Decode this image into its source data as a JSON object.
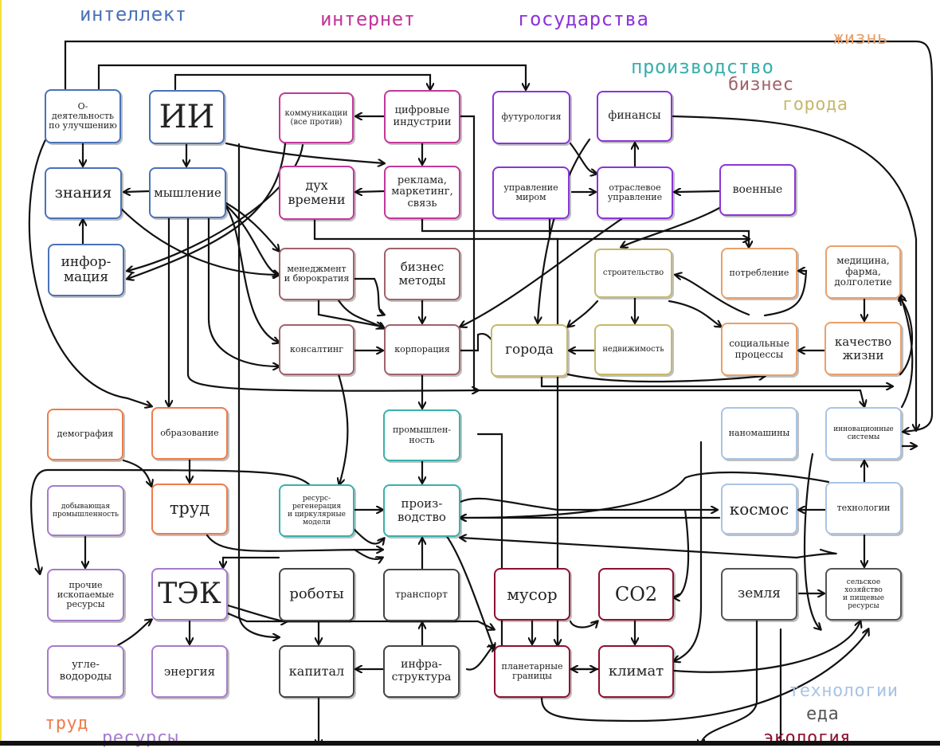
{
  "colors": {
    "intellect": "#4a72b8",
    "internet": "#c2379a",
    "gov": "#8b35d6",
    "life": "#e9a06a",
    "production": "#39b0ad",
    "business": "#a0626a",
    "cities": "#c8b86a",
    "labor": "#ee7c4a",
    "resources": "#a57ccc",
    "tech": "#a9c4e4",
    "food": "#555555",
    "ecology": "#8d1030",
    "neutral": "#444444"
  },
  "category_labels": [
    {
      "id": "intellect",
      "text": "интеллект"
    },
    {
      "id": "internet",
      "text": "интернет"
    },
    {
      "id": "gov",
      "text": "государства"
    },
    {
      "id": "life",
      "text": "жизнь"
    },
    {
      "id": "production",
      "text": "производство"
    },
    {
      "id": "business",
      "text": "бизнес"
    },
    {
      "id": "cities",
      "text": "города"
    },
    {
      "id": "tech",
      "text": "технологии"
    },
    {
      "id": "food",
      "text": "еда"
    },
    {
      "id": "ecology",
      "text": "экология"
    },
    {
      "id": "labor",
      "text": "труд"
    },
    {
      "id": "resources",
      "text": "ресурсы"
    }
  ],
  "nodes": [
    {
      "id": "deyat",
      "text": "О-деятельность\nпо улучшению",
      "cat": "intellect"
    },
    {
      "id": "ii",
      "text": "ИИ",
      "cat": "intellect"
    },
    {
      "id": "znaniya",
      "text": "знания",
      "cat": "intellect"
    },
    {
      "id": "myshlenie",
      "text": "мышление",
      "cat": "intellect"
    },
    {
      "id": "informaciya",
      "text": "инфор-\nмация",
      "cat": "intellect"
    },
    {
      "id": "kommunikacii",
      "text": "коммуникации\n(все против)",
      "cat": "internet"
    },
    {
      "id": "cifrovye",
      "text": "цифровые\nиндустрии",
      "cat": "internet"
    },
    {
      "id": "duh",
      "text": "дух\nвремени",
      "cat": "internet"
    },
    {
      "id": "reklama",
      "text": "реклама,\nмаркетинг,\nсвязь",
      "cat": "internet"
    },
    {
      "id": "futurologiya",
      "text": "футурология",
      "cat": "gov"
    },
    {
      "id": "finansy",
      "text": "финансы",
      "cat": "gov"
    },
    {
      "id": "upravlenie",
      "text": "управление\nмиром",
      "cat": "gov"
    },
    {
      "id": "otraslevoe",
      "text": "отраслевое\nуправление",
      "cat": "gov"
    },
    {
      "id": "voennye",
      "text": "военные",
      "cat": "gov"
    },
    {
      "id": "menedzhment",
      "text": "менеджмент\nи бюрократия",
      "cat": "business"
    },
    {
      "id": "biznes_metody",
      "text": "бизнес\nметоды",
      "cat": "business"
    },
    {
      "id": "konsalting",
      "text": "консалтинг",
      "cat": "business"
    },
    {
      "id": "korporaciya",
      "text": "корпорация",
      "cat": "business"
    },
    {
      "id": "stroitelstvo",
      "text": "строительство",
      "cat": "cities"
    },
    {
      "id": "goroda",
      "text": "города",
      "cat": "cities"
    },
    {
      "id": "nedvizhimost",
      "text": "недвижимость",
      "cat": "cities"
    },
    {
      "id": "potreblenie",
      "text": "потребление",
      "cat": "life"
    },
    {
      "id": "medicina",
      "text": "медицина,\nфарма,\nдолголетие",
      "cat": "life"
    },
    {
      "id": "socialnye",
      "text": "социальные\nпроцессы",
      "cat": "life"
    },
    {
      "id": "kachestvo",
      "text": "качество\nжизни",
      "cat": "life"
    },
    {
      "id": "demografiya",
      "text": "демография",
      "cat": "labor"
    },
    {
      "id": "obrazovanie",
      "text": "образование",
      "cat": "labor"
    },
    {
      "id": "trud",
      "text": "труд",
      "cat": "labor"
    },
    {
      "id": "promyshlennost",
      "text": "промышлен-\nность",
      "cat": "production"
    },
    {
      "id": "resursnye",
      "text": "ресурс-\nрегенерация\nи циркулярные\nмодели",
      "cat": "production"
    },
    {
      "id": "proizvodstvo",
      "text": "произ-\nводство",
      "cat": "production"
    },
    {
      "id": "dobyvayushaya",
      "text": "добывающая\nпромышленность",
      "cat": "resources"
    },
    {
      "id": "prochie",
      "text": "прочие\nископаемые\nресурсы",
      "cat": "resources"
    },
    {
      "id": "tek",
      "text": "ТЭК",
      "cat": "resources"
    },
    {
      "id": "uglevodorody",
      "text": "угле-\nводороды",
      "cat": "resources"
    },
    {
      "id": "energiya",
      "text": "энергия",
      "cat": "resources"
    },
    {
      "id": "roboty",
      "text": "роботы",
      "cat": "neutral"
    },
    {
      "id": "transport",
      "text": "транспорт",
      "cat": "neutral"
    },
    {
      "id": "kapital",
      "text": "капитал",
      "cat": "neutral"
    },
    {
      "id": "infrastruktura",
      "text": "инфра-\nструктура",
      "cat": "neutral"
    },
    {
      "id": "musor",
      "text": "мусор",
      "cat": "ecology"
    },
    {
      "id": "co2",
      "text": "CO2",
      "cat": "ecology"
    },
    {
      "id": "planetarnye",
      "text": "планетарные\nграницы",
      "cat": "ecology"
    },
    {
      "id": "klimat",
      "text": "климат",
      "cat": "ecology"
    },
    {
      "id": "nanomashiny",
      "text": "наномашины",
      "cat": "tech"
    },
    {
      "id": "innovacionnye",
      "text": "инновационные\nсистемы",
      "cat": "tech"
    },
    {
      "id": "kosmos",
      "text": "космос",
      "cat": "tech"
    },
    {
      "id": "tehnologii",
      "text": "технологии",
      "cat": "tech"
    },
    {
      "id": "zemlya",
      "text": "земля",
      "cat": "food"
    },
    {
      "id": "selskoe",
      "text": "сельское\nхозяйство\nи пищевые\nресурсы",
      "cat": "food"
    }
  ]
}
